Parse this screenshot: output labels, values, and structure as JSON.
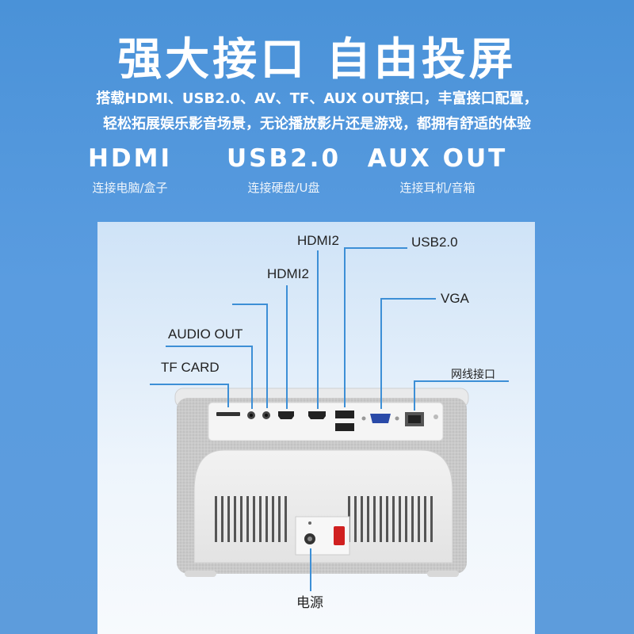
{
  "headline": "强大接口 自由投屏",
  "subtitle_line1": "搭载HDMI、USB2.0、AV、TF、AUX OUT接口，丰富接口配置，",
  "subtitle_line2": "轻松拓展娱乐影音场景，无论播放影片还是游戏，都拥有舒适的体验",
  "features": [
    {
      "name": "HDMI",
      "desc": "连接电脑/盒子"
    },
    {
      "name": "USB2.0",
      "desc": "连接硬盘/U盘"
    },
    {
      "name": "AUX OUT",
      "desc": "连接耳机/音箱"
    }
  ],
  "callouts": {
    "tf_card": "TF CARD",
    "audio_out": "AUDIO OUT",
    "hdmi2_a": "HDMI2",
    "hdmi2_b": "HDMI2",
    "usb": "USB2.0",
    "vga": "VGA",
    "lan": "网线接口",
    "power": "电源"
  },
  "colors": {
    "background": "#5a9ce0",
    "accent_line": "#3d8fd6",
    "text": "#ffffff"
  }
}
